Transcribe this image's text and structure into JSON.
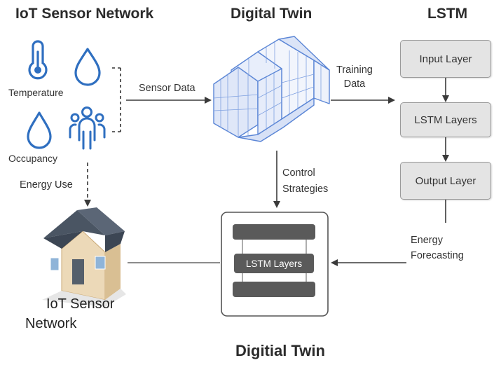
{
  "titles": {
    "iot": "IoT Sensor Network",
    "twin": "Digital Twin",
    "lstm": "LSTM",
    "bottom": "Digitial Twin"
  },
  "sensors": {
    "temperature": "Temperature",
    "occupancy": "Occupancy"
  },
  "edges": {
    "sensor_data": "Sensor Data",
    "training_data": [
      "Training",
      "Data"
    ],
    "control_strategies": [
      "Control",
      "Strategies"
    ],
    "energy_use": "Energy Use",
    "energy_forecasting": [
      "Energy",
      "Forecasting"
    ]
  },
  "lstm_stack": {
    "input": "Input Layer",
    "layers": "LSTM Layers",
    "output": "Output Layer"
  },
  "twin_module": {
    "label": "LSTM Layers"
  },
  "house": {
    "label_line1": "IoT Sensor",
    "label_line2": "Network"
  },
  "colors": {
    "icon_blue": "#2f6fc0",
    "wire_blue": "#5b86d6",
    "arrow": "#3a3a3a",
    "box_fill": "#e4e4e4",
    "module_dark": "#5a5a5a"
  }
}
